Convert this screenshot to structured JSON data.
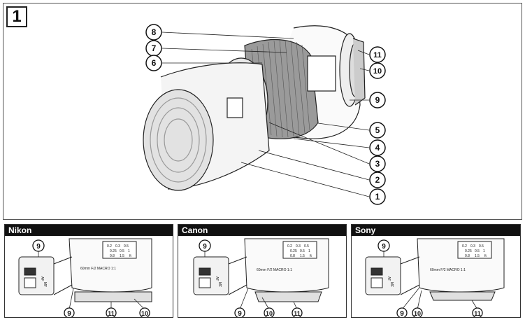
{
  "step_number": "1",
  "main_callouts": [
    "8",
    "7",
    "6",
    "11",
    "10",
    "9",
    "5",
    "4",
    "3",
    "2",
    "1"
  ],
  "panels": [
    {
      "title": "Nikon",
      "callouts": [
        "9",
        "9",
        "11",
        "10"
      ],
      "switch_labels": [
        "AF",
        "MF"
      ],
      "lens_text": "60mm F/2   MACRO 1:1",
      "scale_text": [
        "0.2",
        "0.3",
        "0.5",
        "0.25",
        "0.5",
        "1",
        "0.8",
        "1.5",
        "ft"
      ]
    },
    {
      "title": "Canon",
      "callouts": [
        "9",
        "9",
        "10",
        "11"
      ],
      "switch_labels": [
        "AF",
        "MF"
      ],
      "lens_text": "60mm F/2   MACRO 1:1",
      "scale_text": [
        "0.2",
        "0.3",
        "0.5",
        "0.25",
        "0.5",
        "1",
        "0.8",
        "1.5",
        "ft"
      ]
    },
    {
      "title": "Sony",
      "callouts": [
        "9",
        "9",
        "10",
        "11"
      ],
      "switch_labels": [
        "AF",
        "MF"
      ],
      "lens_text": "60mm F/2   MACRO 1:1",
      "scale_text": [
        "0.2",
        "0.3",
        "0.5",
        "0.25",
        "0.5",
        "1",
        "0.8",
        "1.5",
        "ft"
      ]
    }
  ]
}
